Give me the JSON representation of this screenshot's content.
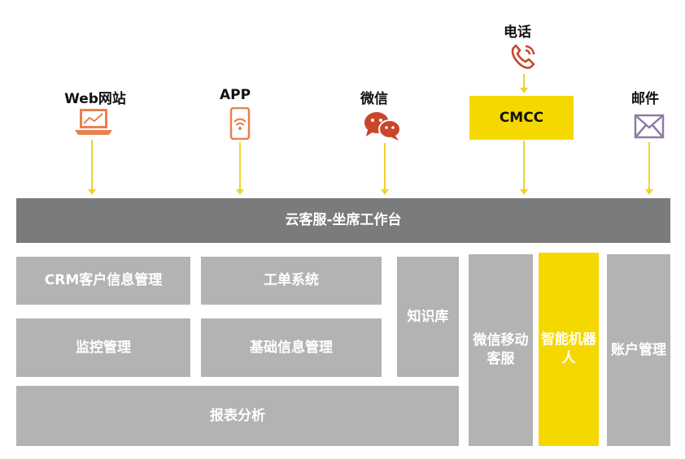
{
  "channels": {
    "web": "Web网站",
    "app": "APP",
    "wechat": "微信",
    "phone": "电话",
    "email": "邮件"
  },
  "cmcc": "CMCC",
  "workbench": "云客服-坐席工作台",
  "modules": {
    "crm": "CRM客户信息管理",
    "ticket": "工单系统",
    "knowledge": "知识库",
    "monitor": "监控管理",
    "basic_info": "基础信息管理",
    "report": "报表分析",
    "wechat_mobile": "微信移动客服",
    "robot": "智能机器人",
    "account": "账户管理"
  },
  "colors": {
    "module_gray": "#b3b3b3",
    "workbench_gray": "#7b7b7b",
    "highlight_yellow": "#f5d800",
    "arrow_yellow": "#f1d22b",
    "icon_orange": "#e9804f",
    "icon_red": "#c8462a",
    "icon_purple": "#8e7aa3"
  },
  "icons": {
    "web": "laptop-chart-icon",
    "app": "smartphone-wifi-icon",
    "wechat": "wechat-chat-icon",
    "phone": "phone-icon",
    "email": "envelope-icon"
  }
}
